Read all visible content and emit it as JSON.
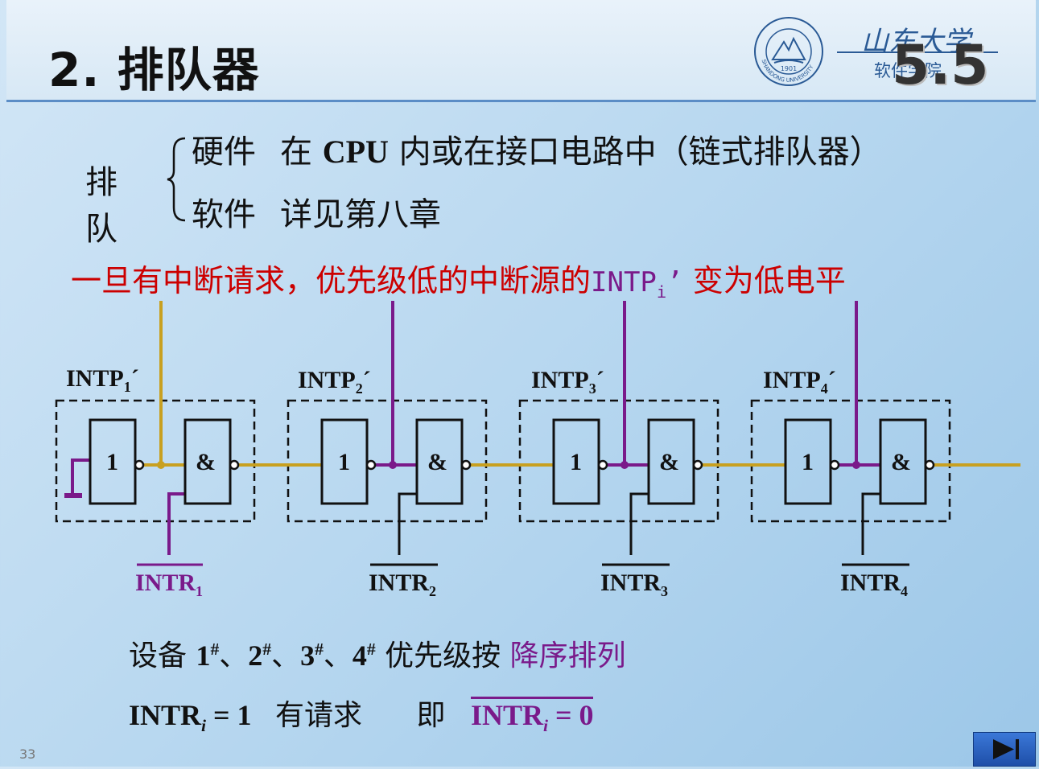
{
  "header": {
    "title": "2. 排队器",
    "logo_script": "山东大学",
    "logo_dept": "软件学院",
    "logo_seal_year": "1901",
    "logo_seal_name": "SHANDONG UNIVERSITY",
    "section_number": "5.5"
  },
  "content": {
    "brace_label_1": "排",
    "brace_label_2": "队",
    "hw_label": "硬件",
    "hw_text_pre": "在 ",
    "hw_text_cpu": "CPU",
    "hw_text_post": " 内或在接口电路中（链式排队器）",
    "sw_label": "软件",
    "sw_text": "详见第八章",
    "note_pre": "一旦有中断请求，优先级低的中断源的",
    "note_intp": "INTP",
    "note_sub": "i",
    "note_prime": "’",
    "note_post": " 变为低电平"
  },
  "diagram": {
    "stages": [
      {
        "intp": "INTP",
        "intp_sub": "1",
        "not_label": "1",
        "and_label": "&",
        "intr": "INTR",
        "intr_sub": "1"
      },
      {
        "intp": "INTP",
        "intp_sub": "2",
        "not_label": "1",
        "and_label": "&",
        "intr": "INTR",
        "intr_sub": "2"
      },
      {
        "intp": "INTP",
        "intp_sub": "3",
        "not_label": "1",
        "and_label": "&",
        "intr": "INTR",
        "intr_sub": "3"
      },
      {
        "intp": "INTP",
        "intp_sub": "4",
        "not_label": "1",
        "and_label": "&",
        "intr": "INTR",
        "intr_sub": "4"
      }
    ],
    "prime": "´",
    "colors": {
      "gold": "#c8a020",
      "purple": "#7a1a8a",
      "black": "#111111"
    }
  },
  "bottom": {
    "line1_pre": "设备 ",
    "d1": "1",
    "d2": "2",
    "d3": "3",
    "d4": "4",
    "hash": "#",
    "sep": "、",
    "line1_mid": " 优先级按 ",
    "line1_emph": "降序排列",
    "line2_intr": "INTR",
    "line2_sub": "i",
    "line2_eq": " = 1",
    "line2_text": "有请求",
    "line2_ji": "即",
    "line2_intr_bar": "INTR",
    "line2_sub_bar": "i",
    "line2_eq_bar": " = 0"
  },
  "footer": {
    "page_number": "33"
  }
}
